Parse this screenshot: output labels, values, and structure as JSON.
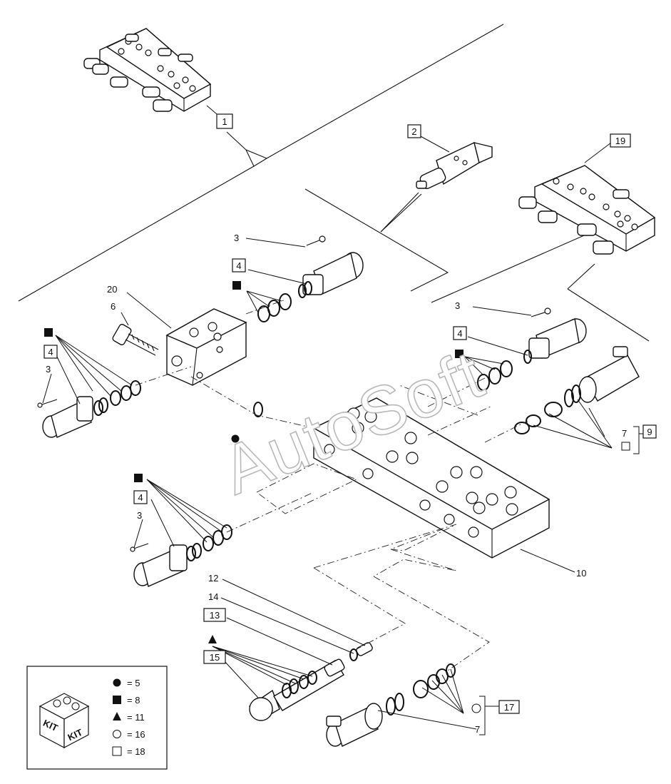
{
  "watermark": "AutoSoft",
  "callouts": {
    "c1": "1",
    "c2": "2",
    "c19": "19",
    "c3a": "3",
    "c4a": "4",
    "c20": "20",
    "c6": "6",
    "c4b": "4",
    "c3b": "3",
    "c3c": "3",
    "c4c": "4",
    "c7a": "7",
    "c9": "9",
    "c4d": "4",
    "c3d": "3",
    "c10": "10",
    "c12": "12",
    "c14": "14",
    "c13": "13",
    "c15": "15",
    "c17": "17",
    "c7b": "7"
  },
  "kit_legend": {
    "kit_label": "KIT",
    "rows": [
      {
        "symbol": "circle-filled",
        "text": "= 5"
      },
      {
        "symbol": "square-filled",
        "text": "= 8"
      },
      {
        "symbol": "triangle-filled",
        "text": "= 11"
      },
      {
        "symbol": "circle-open",
        "text": "= 16"
      },
      {
        "symbol": "square-open",
        "text": "= 18"
      }
    ]
  }
}
